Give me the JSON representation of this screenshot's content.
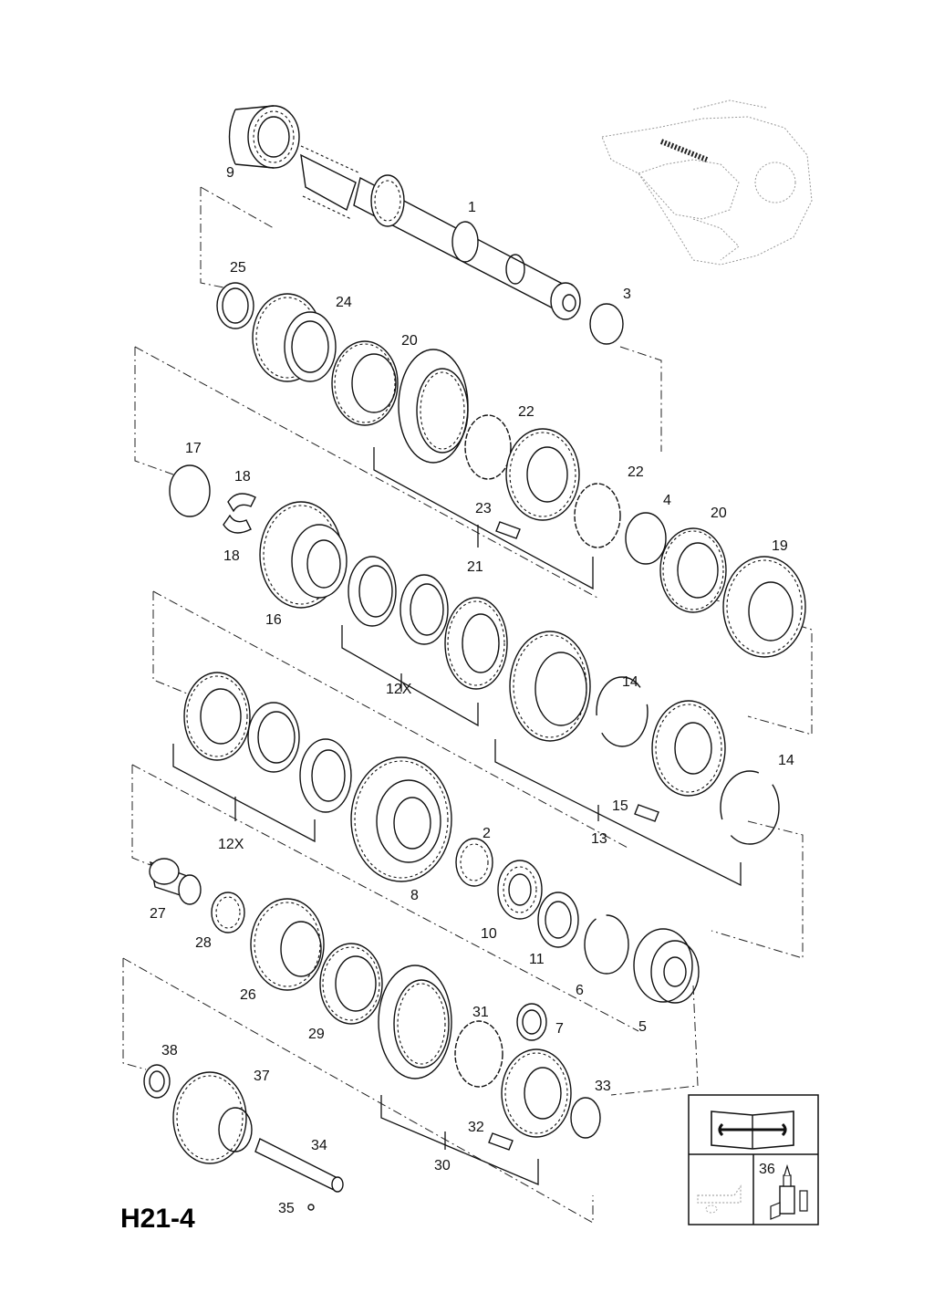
{
  "diagram_code": "H21-4",
  "callouts": {
    "c1": "1",
    "c2": "2",
    "c3": "3",
    "c4": "4",
    "c5": "5",
    "c6": "6",
    "c7": "7",
    "c8": "8",
    "c9": "9",
    "c10": "10",
    "c11": "11",
    "c12x_a": "12X",
    "c12x_b": "12X",
    "c13": "13",
    "c14_a": "14",
    "c14_b": "14",
    "c15": "15",
    "c16": "16",
    "c17": "17",
    "c18_a": "18",
    "c18_b": "18",
    "c19": "19",
    "c20_a": "20",
    "c20_b": "20",
    "c21": "21",
    "c22_a": "22",
    "c22_b": "22",
    "c23": "23",
    "c24": "24",
    "c25": "25",
    "c26": "26",
    "c27": "27",
    "c28": "28",
    "c29": "29",
    "c30": "30",
    "c31": "31",
    "c32": "32",
    "c33": "33",
    "c34": "34",
    "c35": "35",
    "c36": "36",
    "c37": "37",
    "c38": "38"
  },
  "icons": {
    "manual": "book-wrench-icon",
    "oil": "oil-can-icon",
    "sealant": "sealant-tube-icon",
    "locator": "transmission-locator-icon"
  }
}
